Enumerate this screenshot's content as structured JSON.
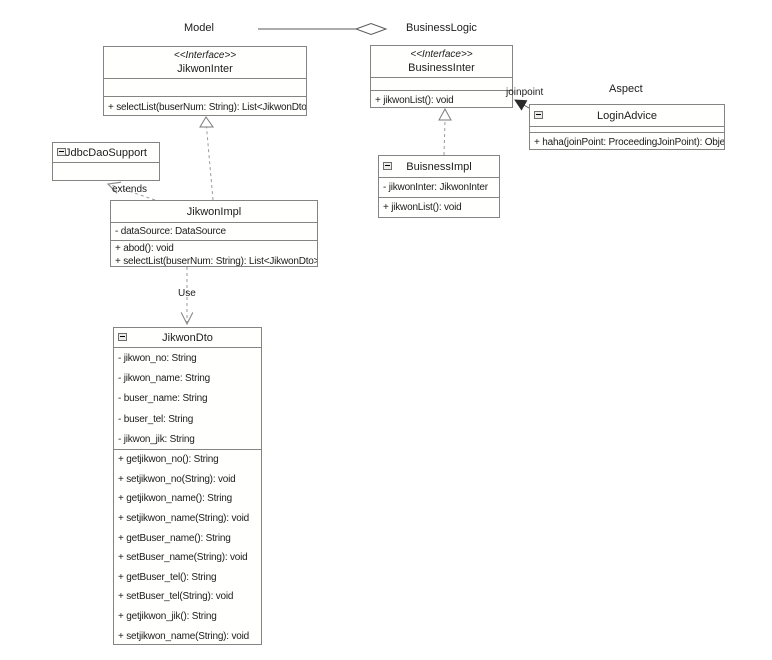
{
  "diagram": {
    "top_relation": {
      "left_label": "Model",
      "right_label": "BusinessLogic"
    },
    "annotations": {
      "aspect": "Aspect",
      "joinpoint": "joinpoint",
      "extends": "extends",
      "use": "Use"
    },
    "colors": {
      "border": "#848484",
      "line": "#8c8c8c",
      "text": "#1c1c1c",
      "background": "#ffffff"
    },
    "classes": {
      "jikwonInter": {
        "stereotype": "<<Interface>>",
        "name": "JikwonInter",
        "methods": [
          "+ selectList(buserNum: String): List<JikwonDto>"
        ]
      },
      "businessInter": {
        "stereotype": "<<Interface>>",
        "name": "BusinessInter",
        "methods": [
          "+ jikwonList(): void"
        ]
      },
      "loginAdvice": {
        "name": "LoginAdvice",
        "methods": [
          "+ haha(joinPoint: ProceedingJoinPoint): Object"
        ]
      },
      "jdbcDaoSupport": {
        "name": "JdbcDaoSupport"
      },
      "jikwonImpl": {
        "name": "JikwonImpl",
        "attributes": [
          "- dataSource: DataSource"
        ],
        "methods": [
          "+ abod(): void",
          "+ selectList(buserNum: String): List<JikwonDto>"
        ]
      },
      "buisnessImpl": {
        "name": "BuisnessImpl",
        "attributes": [
          "- jikwonInter: JikwonInter"
        ],
        "methods": [
          "+ jikwonList(): void"
        ]
      },
      "jikwonDto": {
        "name": "JikwonDto",
        "attributes": [
          "- jikwon_no: String",
          "- jikwon_name: String",
          "- buser_name: String",
          "- buser_tel: String",
          "- jikwon_jik: String"
        ],
        "methods": [
          "+ getjikwon_no(): String",
          "+ setjikwon_no(String): void",
          "+ getjikwon_name(): String",
          "+ setjikwon_name(String): void",
          "+ getBuser_name(): String",
          "+ setBuser_name(String): void",
          "+ getBuser_tel(): String",
          "+ setBuser_tel(String): void",
          "+ getjikwon_jik(): String",
          "+ setjikwon_name(String): void"
        ]
      }
    }
  }
}
